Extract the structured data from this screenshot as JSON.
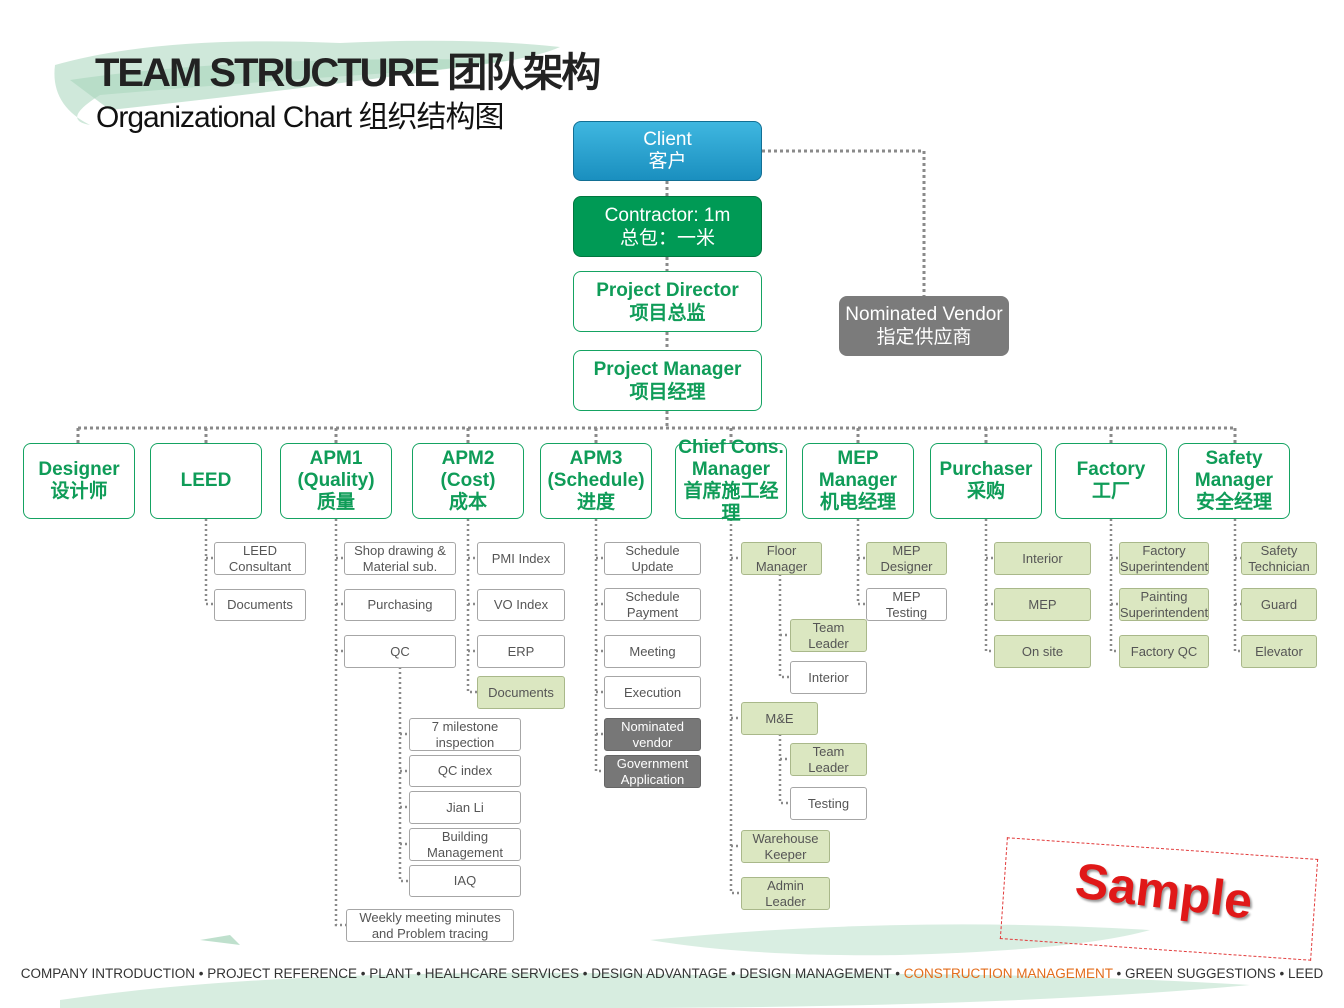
{
  "header": {
    "title": "TEAM STRUCTURE 团队架构",
    "subtitle": "Organizational Chart 组织结构图"
  },
  "top": {
    "client": {
      "en": "Client",
      "cn": "客户"
    },
    "contractor": {
      "en": "Contractor: 1m",
      "cn": "总包：一米"
    },
    "director": {
      "en": "Project Director",
      "cn": "项目总监"
    },
    "manager": {
      "en": "Project Manager",
      "cn": "项目经理"
    },
    "vendor": {
      "en": "Nominated Vendor",
      "cn": "指定供应商"
    }
  },
  "departments": [
    {
      "l1": "Designer",
      "l2": "设计师"
    },
    {
      "l1": "LEED"
    },
    {
      "l1": "APM1",
      "l2": "(Quality)",
      "l3": "质量"
    },
    {
      "l1": "APM2",
      "l2": "(Cost)",
      "l3": "成本"
    },
    {
      "l1": "APM3",
      "l2": "(Schedule)",
      "l3": "进度"
    },
    {
      "l1": "Chief Cons.",
      "l2": "Manager",
      "l3": "首席施工经理"
    },
    {
      "l1": "MEP",
      "l2": "Manager",
      "l3": "机电经理"
    },
    {
      "l1": "Purchaser",
      "l2": "采购"
    },
    {
      "l1": "Factory",
      "l2": "工厂"
    },
    {
      "l1": "Safety",
      "l2": "Manager",
      "l3": "安全经理"
    }
  ],
  "subs": {
    "leed": [
      "LEED\nConsultant",
      "Documents"
    ],
    "apm1": [
      "Shop drawing &\nMaterial sub.",
      "Purchasing",
      "QC",
      "Weekly meeting minutes\nand Problem tracing"
    ],
    "qc": [
      "7 milestone\ninspection",
      "QC index",
      "Jian Li",
      "Building\nManagement",
      "IAQ"
    ],
    "apm2": [
      "PMI Index",
      "VO Index",
      "ERP",
      "Documents"
    ],
    "apm3": [
      "Schedule\nUpdate",
      "Schedule\nPayment",
      "Meeting",
      "Execution",
      "Nominated\nvendor",
      "Government\nApplication"
    ],
    "chief": [
      "Floor\nManager",
      "Team\nLeader",
      "Interior",
      "M&E",
      "Team\nLeader",
      "Testing",
      "Warehouse\nKeeper",
      "Admin\nLeader"
    ],
    "mep": [
      "MEP\nDesigner",
      "MEP\nTesting"
    ],
    "purchaser": [
      "Interior",
      "MEP",
      "On site"
    ],
    "factory": [
      "Factory\nSuperintendent",
      "Painting\nSuperintendent",
      "Factory QC"
    ],
    "safety": [
      "Safety\nTechnician",
      "Guard",
      "Elevator"
    ]
  },
  "footer": {
    "before": "COMPANY INTRODUCTION • PROJECT REFERENCE • PLANT • HEALHCARE SERVICES • DESIGN ADVANTAGE • DESIGN MANAGEMENT • ",
    "highlight": "CONSTRUCTION MANAGEMENT",
    "after": " • GREEN SUGGESTIONS • LEED"
  },
  "stamp": "Sample",
  "colors": {
    "accent_green": "#0f9c58",
    "client_blue": "#1fa2d4",
    "contractor_green": "#009a55",
    "vendor_gray": "#7b7b7b",
    "light_green": "#dbe7c1",
    "highlight_orange": "#e36c1b",
    "stamp_red": "#e01818"
  }
}
